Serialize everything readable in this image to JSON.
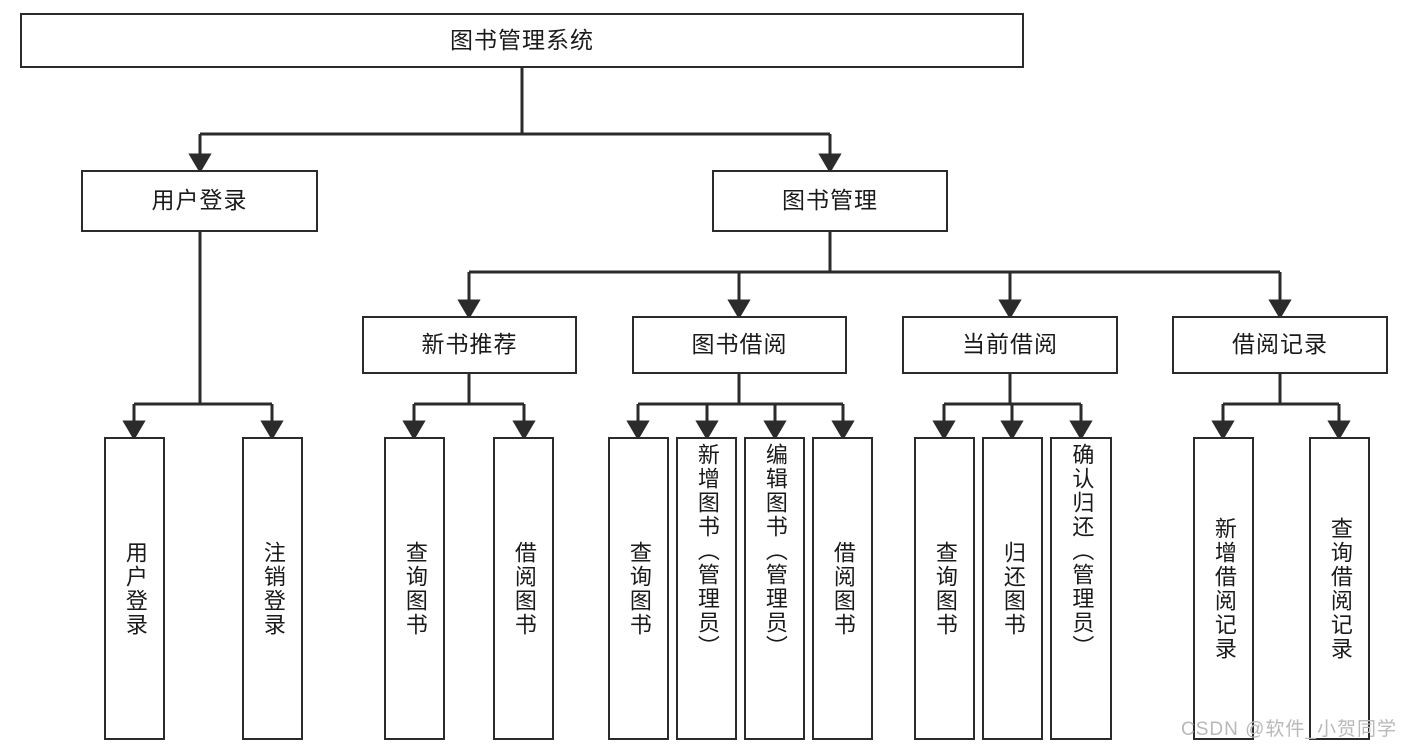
{
  "diagram": {
    "title": "图书管理系统",
    "type": "tree-hierarchy",
    "watermark": "CSDN @软件_小贺同学",
    "colors": {
      "box_border": "#2b2b2b",
      "box_fill": "#ffffff",
      "edge": "#2b2b2b",
      "text": "#1a1a1a",
      "watermark": "#b9b9b9"
    },
    "nodes": {
      "root": {
        "label": "图书管理系统"
      },
      "level2": [
        {
          "label": "用户登录"
        },
        {
          "label": "图书管理"
        }
      ],
      "level3": [
        {
          "label": "新书推荐"
        },
        {
          "label": "图书借阅"
        },
        {
          "label": "当前借阅"
        },
        {
          "label": "借阅记录"
        }
      ],
      "leaves": {
        "user_login": [
          {
            "label": "用户登录"
          },
          {
            "label": "注销登录"
          }
        ],
        "new_book_recommend": [
          {
            "label": "查询图书"
          },
          {
            "label": "借阅图书"
          }
        ],
        "book_borrow": [
          {
            "label": "查询图书"
          },
          {
            "label": "新增图书（管理员）"
          },
          {
            "label": "编辑图书（管理员）"
          },
          {
            "label": "借阅图书"
          }
        ],
        "current_borrow": [
          {
            "label": "查询图书"
          },
          {
            "label": "归还图书"
          },
          {
            "label": "确认归还（管理员）"
          }
        ],
        "borrow_record": [
          {
            "label": "新增借阅记录"
          },
          {
            "label": "查询借阅记录"
          }
        ]
      }
    }
  }
}
